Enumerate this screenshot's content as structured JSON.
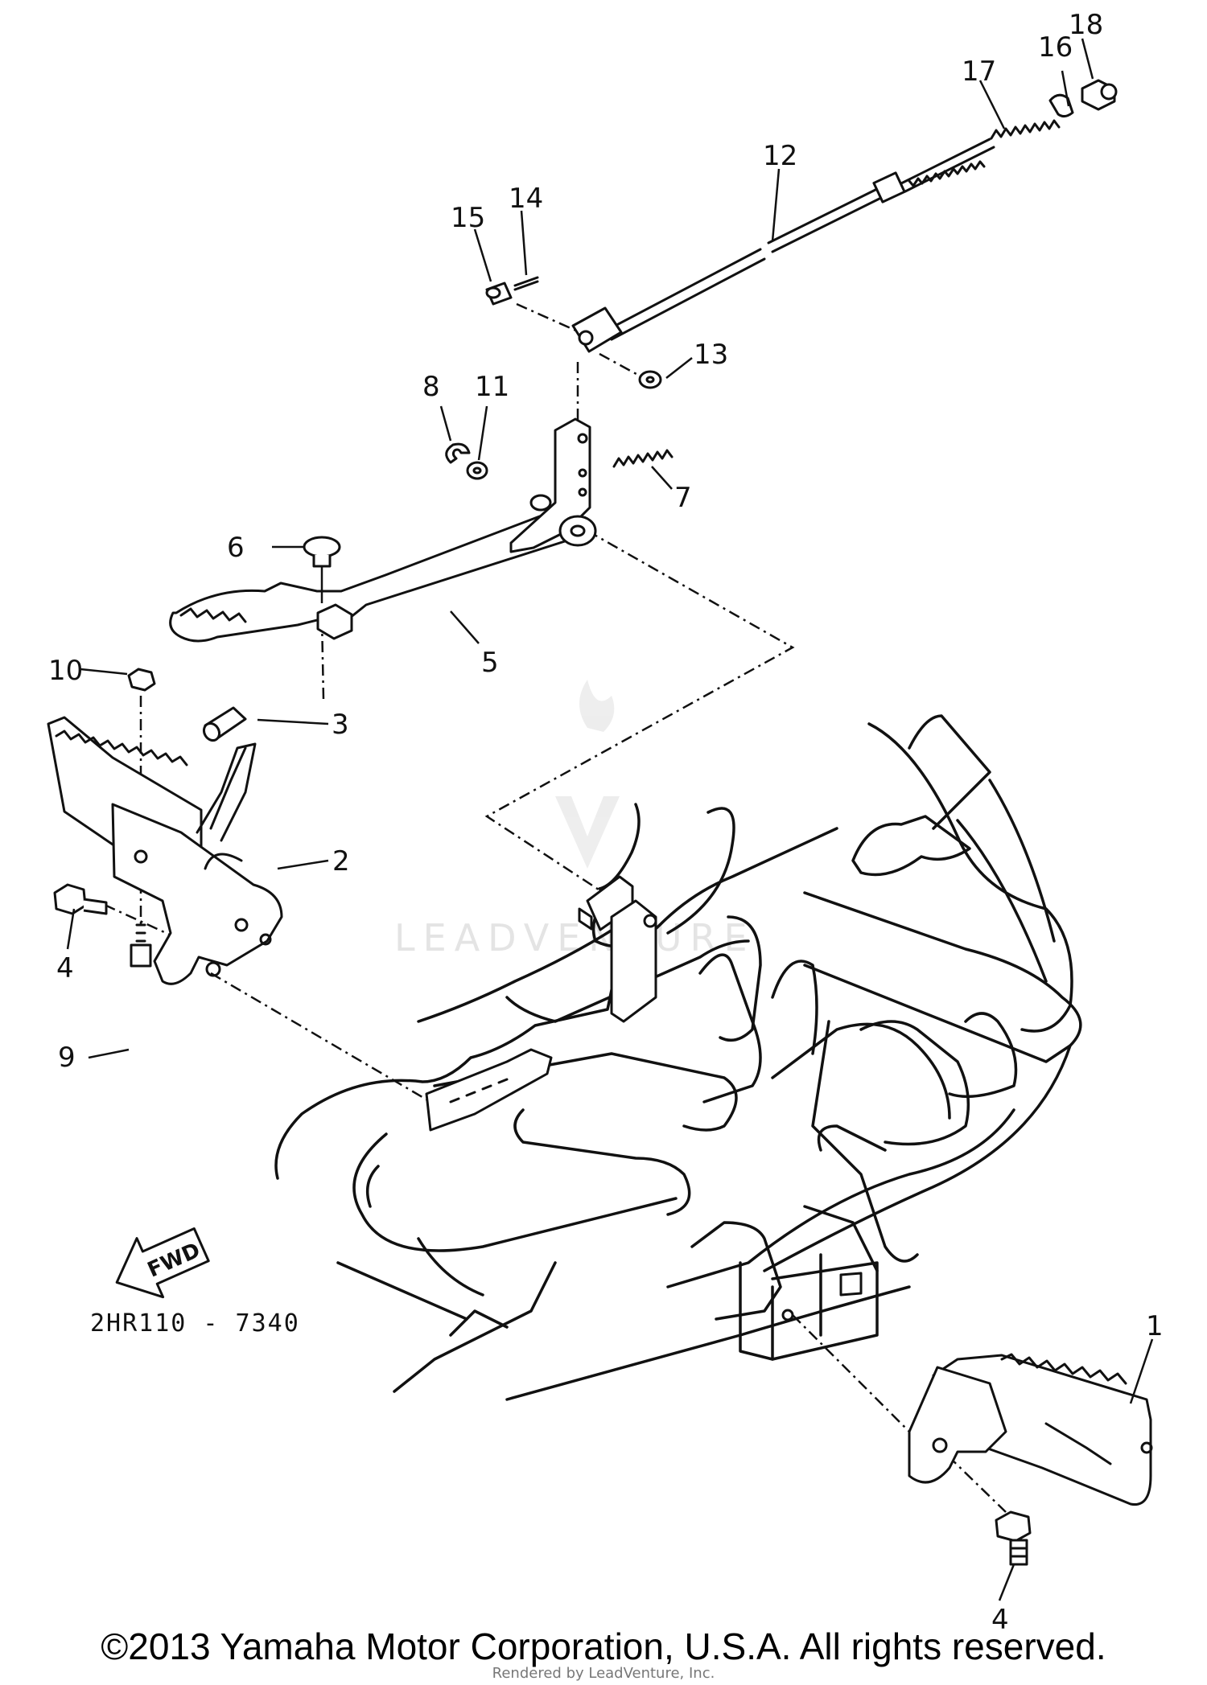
{
  "diagram": {
    "callouts": [
      {
        "id": "1",
        "label": "1"
      },
      {
        "id": "2",
        "label": "2"
      },
      {
        "id": "3",
        "label": "3"
      },
      {
        "id": "4a",
        "label": "4"
      },
      {
        "id": "4b",
        "label": "4"
      },
      {
        "id": "5",
        "label": "5"
      },
      {
        "id": "6",
        "label": "6"
      },
      {
        "id": "7",
        "label": "7"
      },
      {
        "id": "8",
        "label": "8"
      },
      {
        "id": "9",
        "label": "9"
      },
      {
        "id": "10",
        "label": "10"
      },
      {
        "id": "11",
        "label": "11"
      },
      {
        "id": "12",
        "label": "12"
      },
      {
        "id": "13",
        "label": "13"
      },
      {
        "id": "14",
        "label": "14"
      },
      {
        "id": "15",
        "label": "15"
      },
      {
        "id": "16",
        "label": "16"
      },
      {
        "id": "17",
        "label": "17"
      },
      {
        "id": "18",
        "label": "18"
      }
    ],
    "fwd_label": "FWD",
    "ref_code": "2HR110 - 7340",
    "watermark": "LEADVENTURE"
  },
  "footer": {
    "copyright": "©2013 Yamaha Motor Corporation, U.S.A. All rights reserved.",
    "rendered_by": "Rendered by LeadVenture, Inc."
  }
}
